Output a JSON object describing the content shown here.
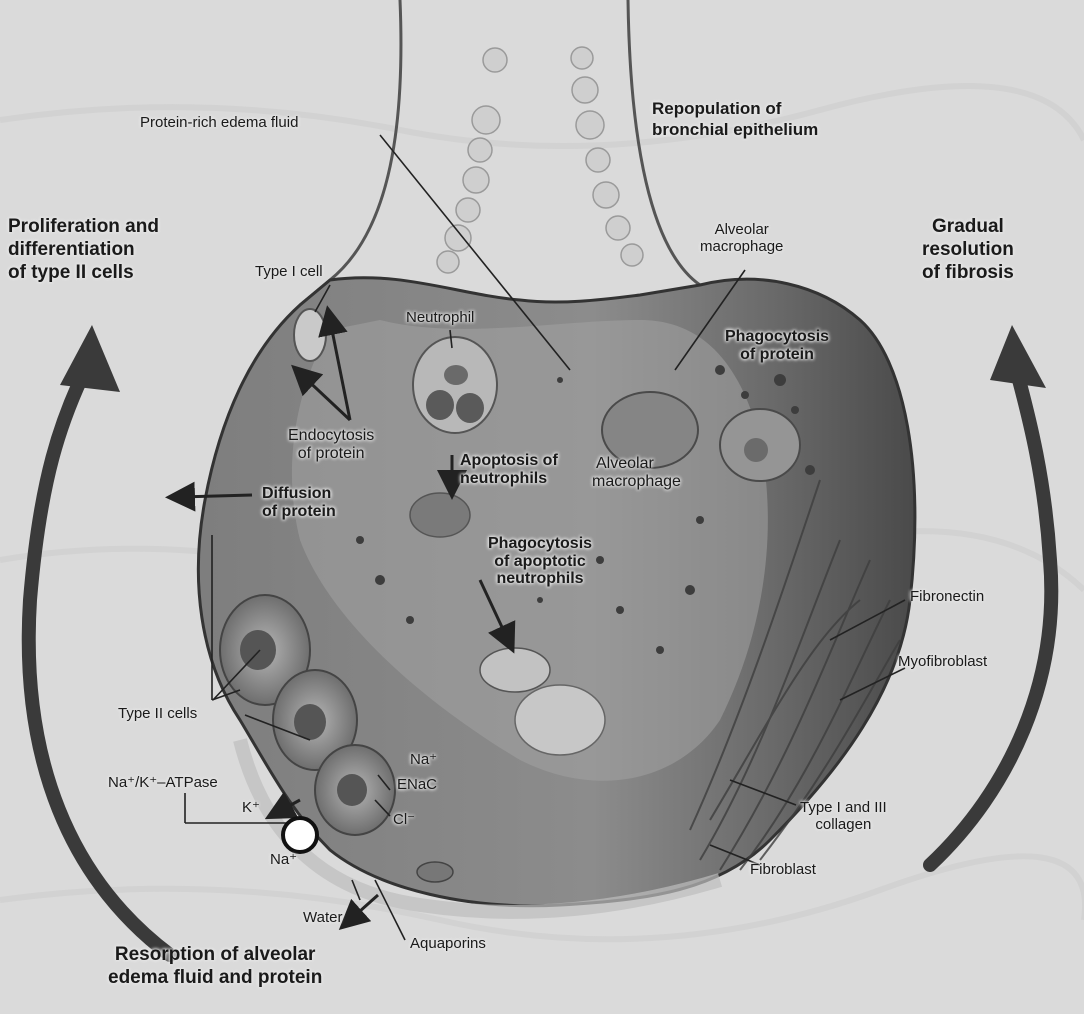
{
  "headings": {
    "left_top": [
      "Proliferation and",
      "differentiation",
      "of type II cells"
    ],
    "right_top": [
      "Gradual",
      "resolution",
      "of fibrosis"
    ],
    "top_center": [
      "Repopulation of",
      "bronchial epithelium"
    ],
    "bottom": [
      "Resorption of alveolar",
      "edema fluid and protein"
    ]
  },
  "labels": {
    "protein_edema": "Protein-rich edema fluid",
    "type1_cell": "Type I cell",
    "alveolar_macrophage_top": [
      "Alveolar",
      "macrophage"
    ],
    "neutrophil": "Neutrophil",
    "phagocytosis_protein": [
      "Phagocytosis",
      "of protein"
    ],
    "endocytosis": [
      "Endocytosis",
      "of protein"
    ],
    "apoptosis": [
      "Apoptosis of",
      "neutrophils"
    ],
    "alveolar_macrophage_mid": [
      "Alveolar",
      "macrophage"
    ],
    "diffusion": [
      "Diffusion",
      "of protein"
    ],
    "phagocytosis_apoptotic": [
      "Phagocytosis",
      "of apoptotic",
      "neutrophils"
    ],
    "fibronectin": "Fibronectin",
    "myofibroblast": "Myofibroblast",
    "type2_cells": "Type II cells",
    "na_plus": "Na⁺",
    "enac": "ENaC",
    "atpase": "Na⁺/K⁺–ATPase",
    "k_plus": "K⁺",
    "cl": "Cl⁻",
    "na_plus_bottom": "Na⁺",
    "collagen": [
      "Type I and III",
      "collagen"
    ],
    "fibroblast": "Fibroblast",
    "water": "Water",
    "aquaporins": "Aquaporins"
  },
  "colors": {
    "background": "#d9d9d9",
    "alveolus_fill": "#8a8a8a",
    "alveolus_dark": "#5a5a5a",
    "arrow": "#3a3a3a",
    "text": "#1a1a1a"
  }
}
